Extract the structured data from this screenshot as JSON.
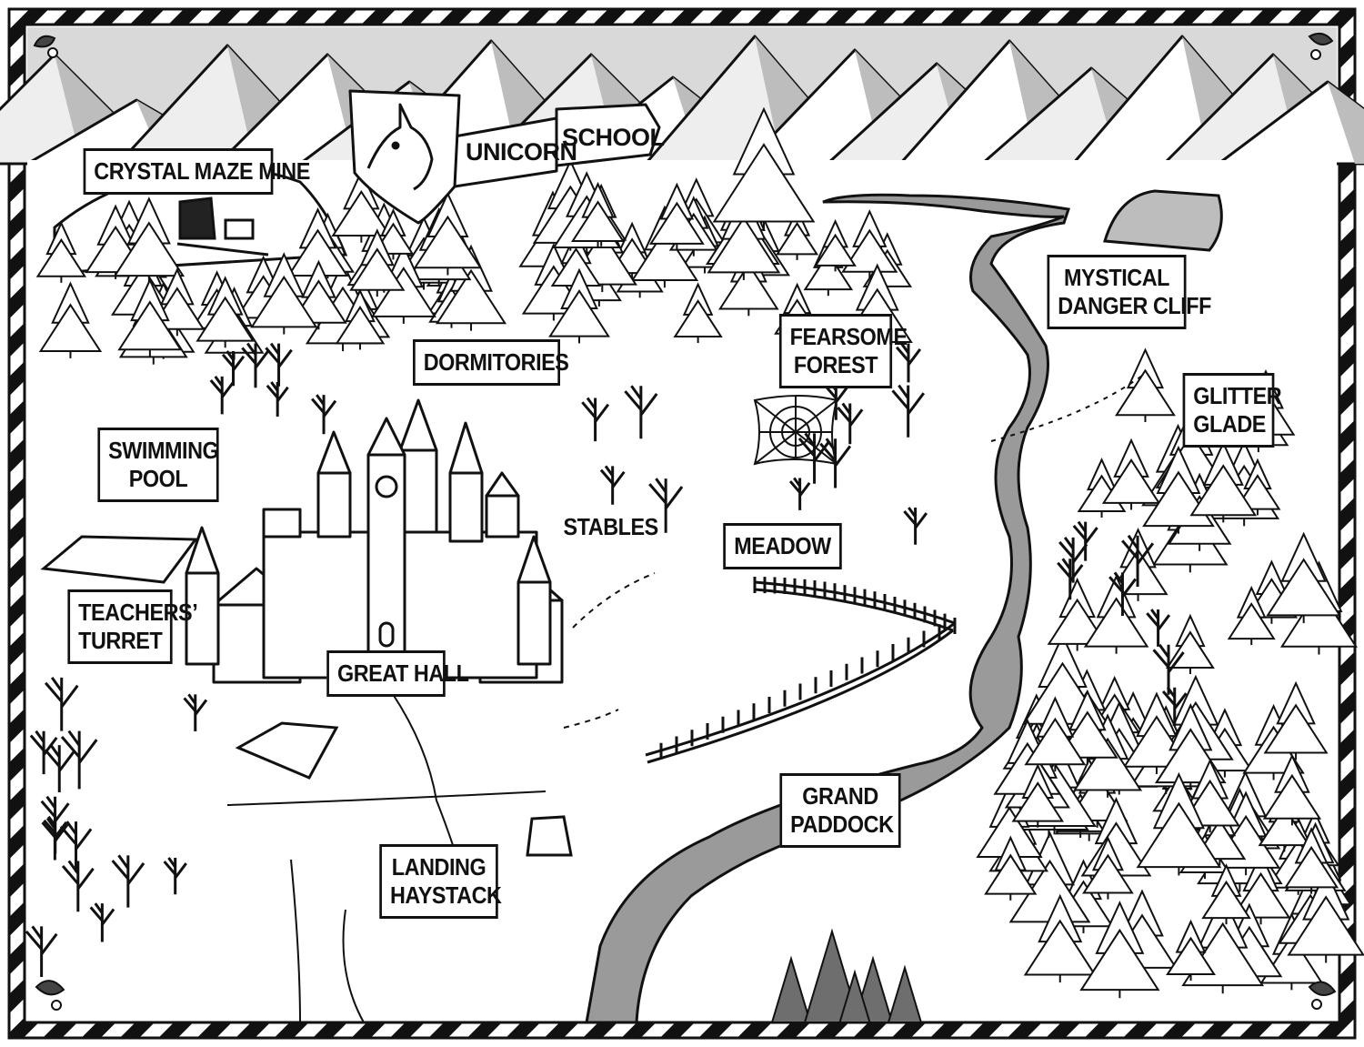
{
  "school": {
    "word1": "UNICORN",
    "word2": "SCHOOL"
  },
  "labels": {
    "crystal_maze_mine": [
      "CRYSTAL MAZE MINE"
    ],
    "dormitories": [
      "DORMITORIES"
    ],
    "fearsome_forest": [
      "FEARSOME",
      "FOREST"
    ],
    "mystical_danger_cliff": [
      "MYSTICAL",
      "DANGER CLIFF"
    ],
    "glitter_glade": [
      "GLITTER",
      "GLADE"
    ],
    "swimming_pool": [
      "SWIMMING",
      "POOL"
    ],
    "stables": [
      "STABLES"
    ],
    "meadow": [
      "MEADOW"
    ],
    "teachers_turret": [
      "TEACHERS’",
      "TURRET"
    ],
    "great_hall": [
      "GREAT HALL"
    ],
    "grand_paddock": [
      "GRAND",
      "PADDOCK"
    ],
    "landing_haystack": [
      "LANDING",
      "HAYSTACK"
    ]
  },
  "colors": {
    "river": "#9a9a9a",
    "mountain_shadow": "#bdbdbd",
    "sky": "#d9d9d9",
    "tree_dark": "#6e6e6e",
    "ink": "#111111"
  },
  "icons": {
    "crest": "unicorn-crest-icon",
    "castle": "castle-icon",
    "web": "spider-web-icon",
    "mine": "mine-entrance-icon",
    "holly": "holly-corner-icon"
  }
}
